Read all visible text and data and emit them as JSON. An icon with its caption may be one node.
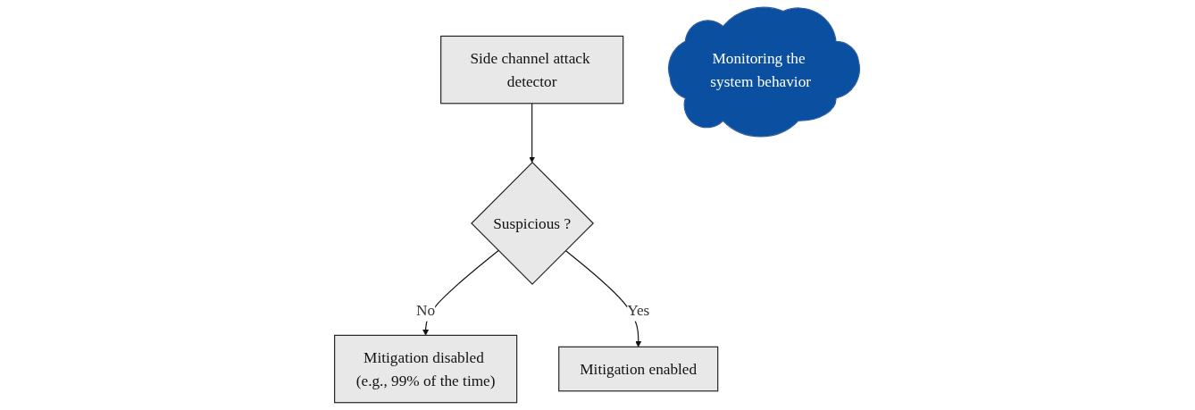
{
  "diagram": {
    "nodes": [
      {
        "text": [
          "Side channel attack detector"
        ]
      },
      {
        "text": [
          "Monitoring the system behavior"
        ]
      },
      {
        "text": [
          "Suspicious ?"
        ]
      },
      {
        "text": [
          "Mitigation disabled (e.g., 99% of the time)"
        ]
      },
      {
        "text": [
          "Mitigation enabled"
        ]
      }
    ],
    "edges": [
      {
        "from": 0,
        "to": 2,
        "arrow": "to"
      },
      {
        "from": 2,
        "to": 3,
        "arrow": "to",
        "label": "No"
      },
      {
        "from": 2,
        "to": 4,
        "arrow": "to",
        "label": "Yes"
      }
    ]
  }
}
